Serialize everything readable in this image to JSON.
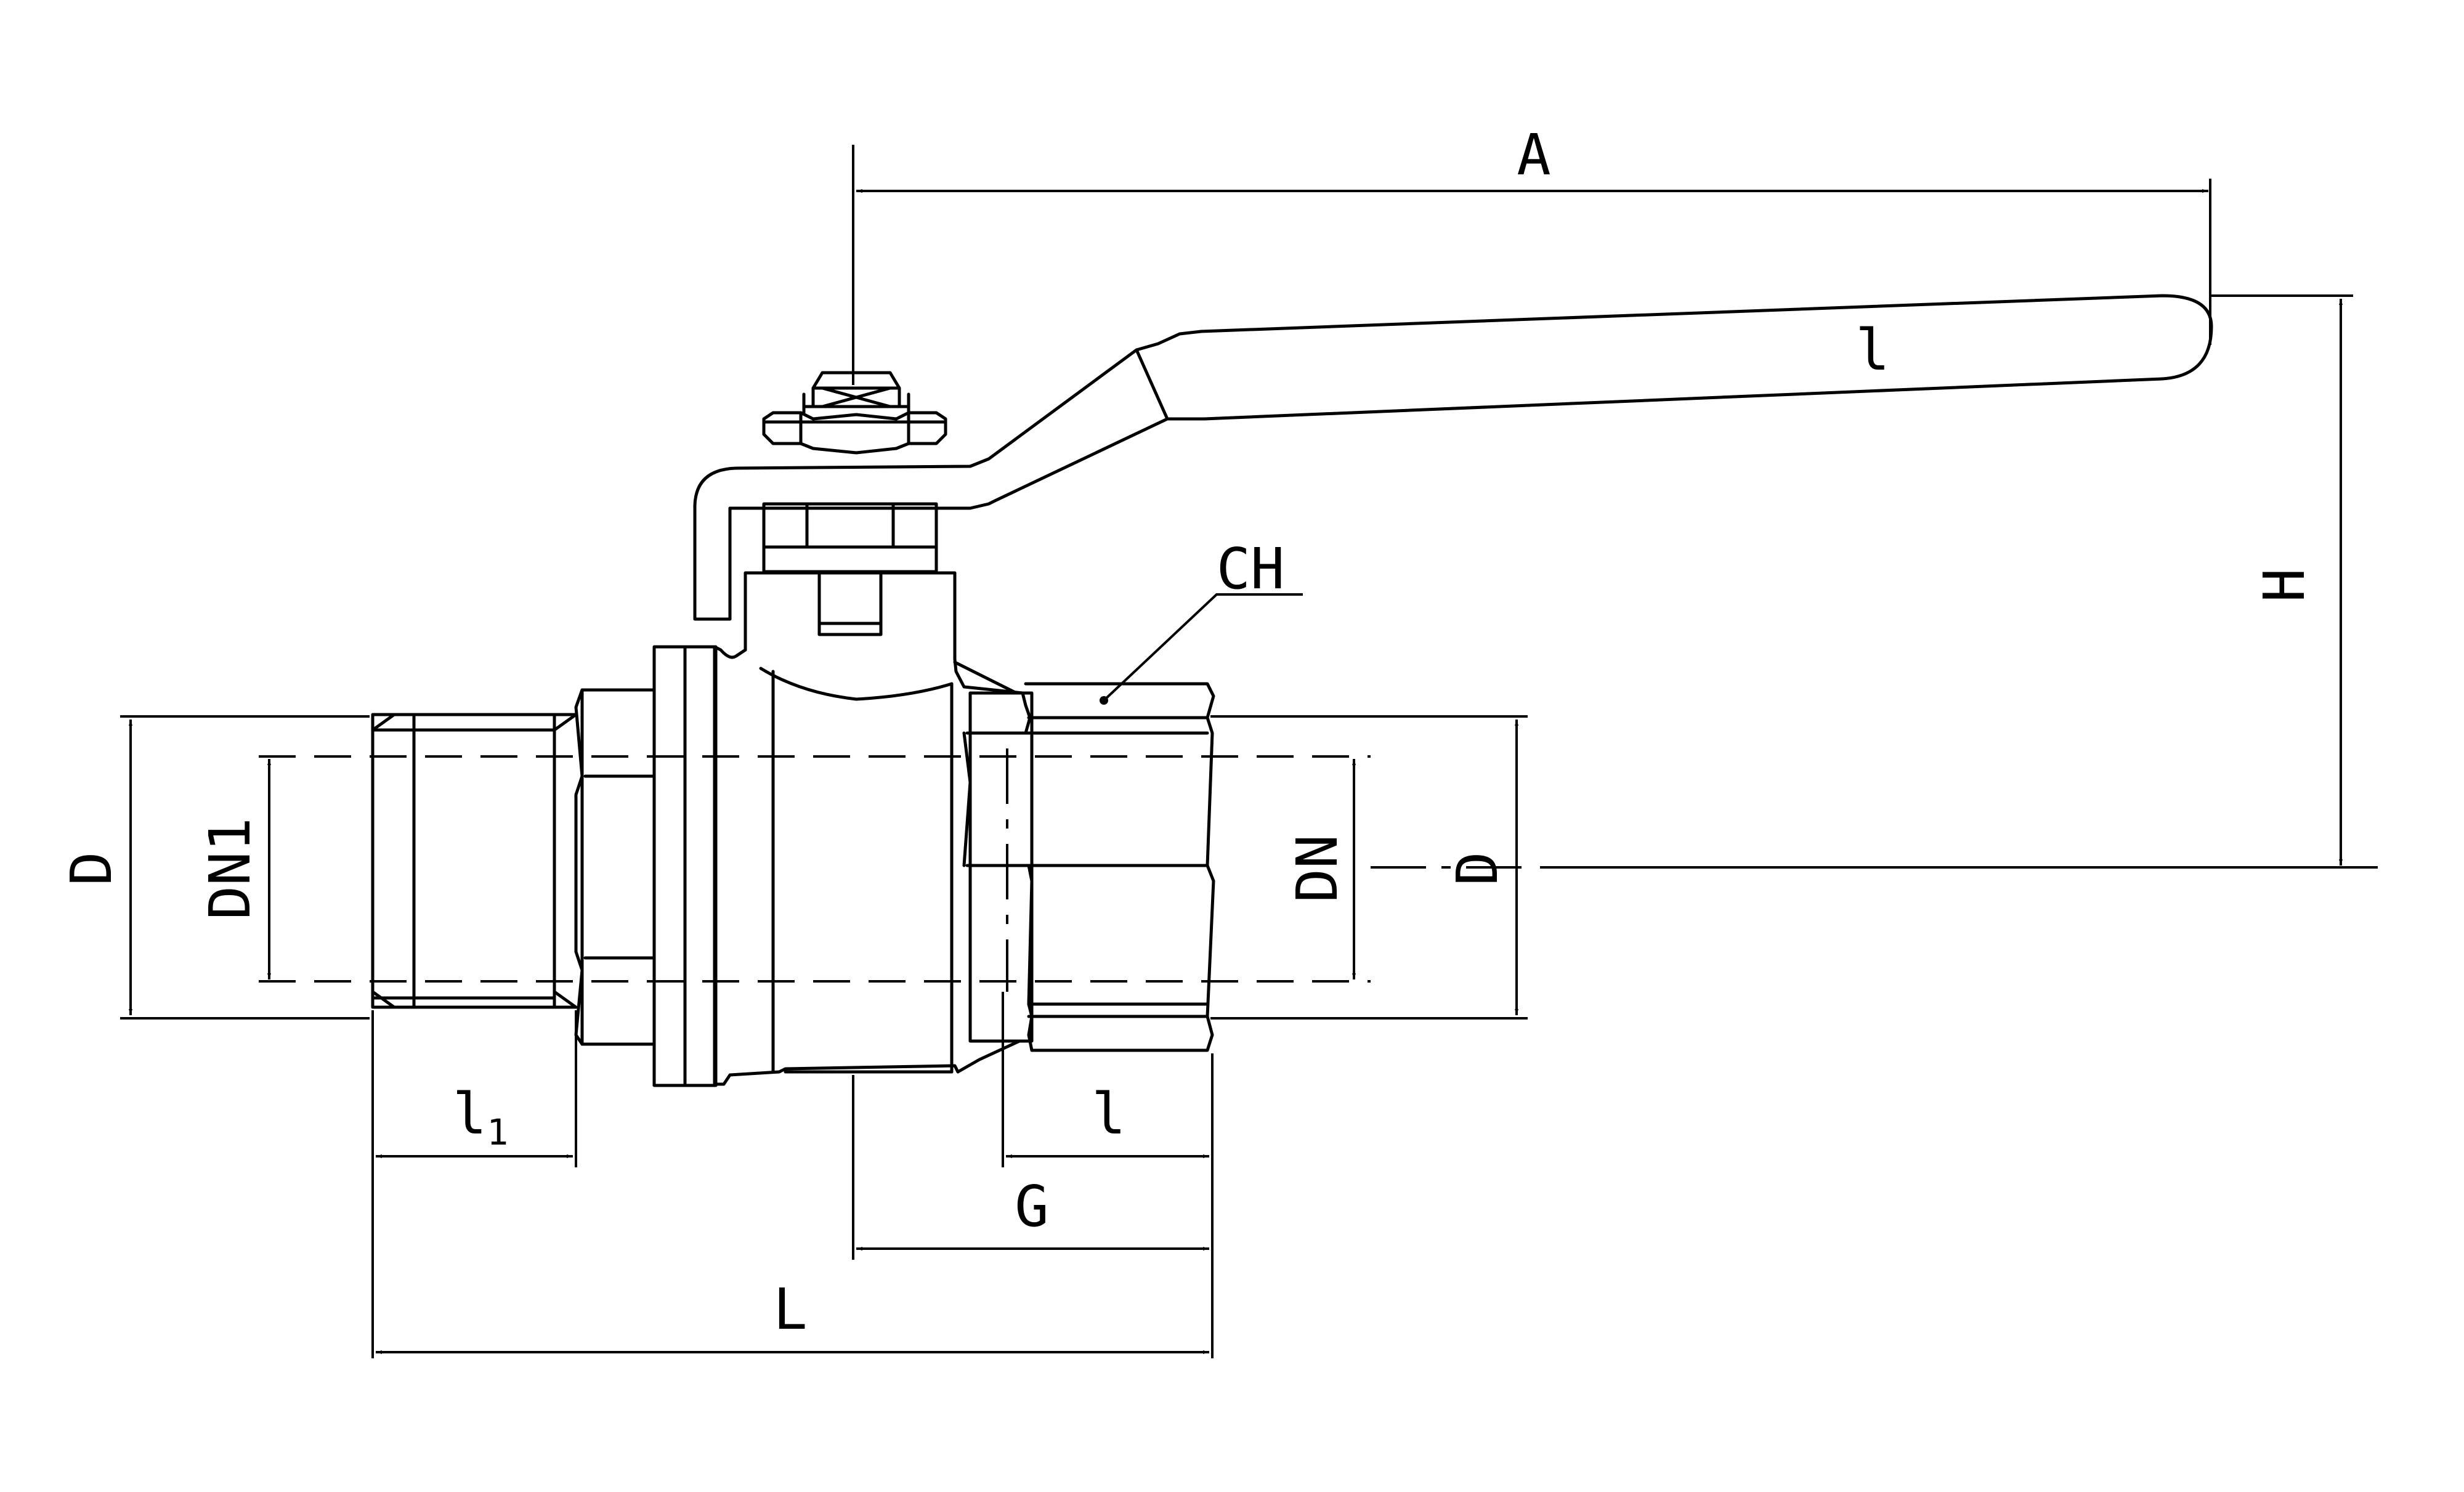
{
  "labels": {
    "A": "A",
    "H": "H",
    "CH": "CH",
    "D_left": "D",
    "DN1": "DN1",
    "DN": "DN",
    "D_right": "D",
    "l1_main": "l",
    "l1_sub": "1",
    "l": "l",
    "l_handle": "l",
    "G": "G",
    "L": "L"
  }
}
